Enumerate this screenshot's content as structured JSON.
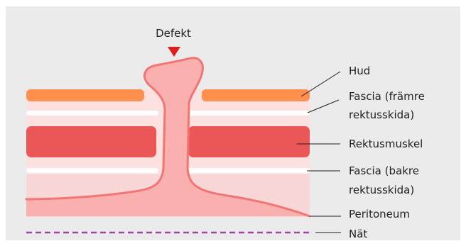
{
  "top_label": "Defekt",
  "labels": {
    "hud": "Hud",
    "fascia_front_1": "Fascia (främre",
    "fascia_front_2": "rektusskida)",
    "muscle": "Rektusmuskel",
    "fascia_back_1": "Fascia (bakre",
    "fascia_back_2": "rektusskida)",
    "peritoneum": "Peritoneum",
    "mesh": "Nät"
  },
  "colors": {
    "panel": "#ebebeb",
    "tissue_base": "#fde0e0",
    "skin": "#ff8f4d",
    "muscle": "#eb5757",
    "hernia_fill": "#fbb0b0",
    "hernia_stroke": "#f27575",
    "fascia": "#ffffff",
    "mesh": "#a044a7",
    "arrow": "#e0201b"
  }
}
